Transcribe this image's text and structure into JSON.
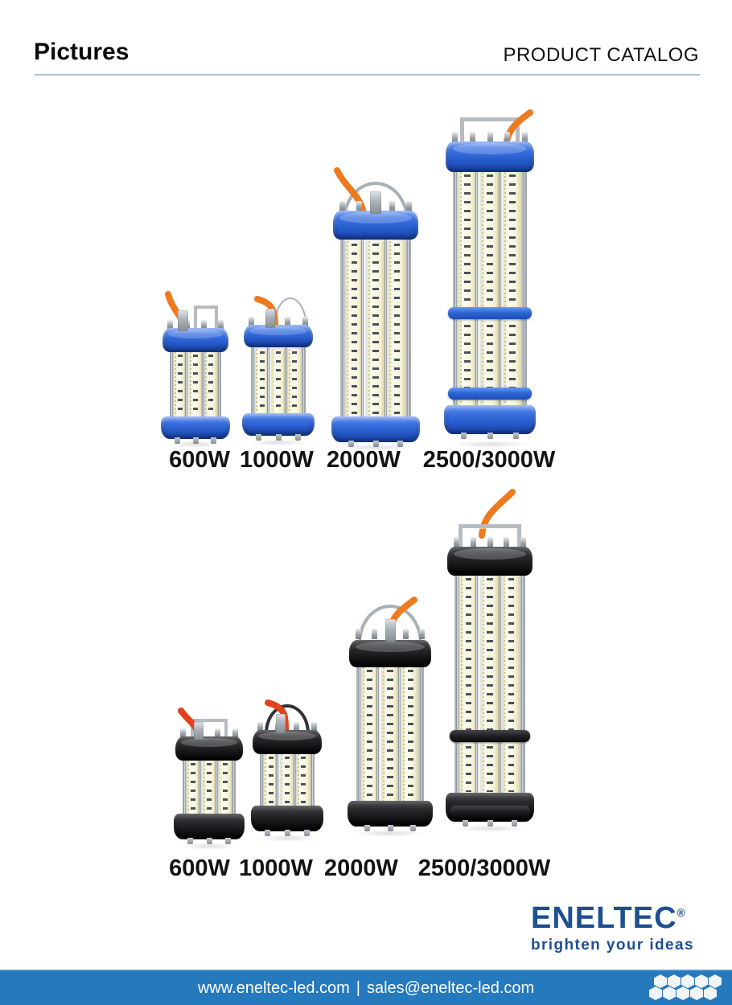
{
  "page": {
    "title": "Pictures",
    "header_right": "PRODUCT CATALOG"
  },
  "product_rows": [
    {
      "variant": "blue-cap",
      "products": [
        {
          "label": "600W"
        },
        {
          "label": "1000W"
        },
        {
          "label": "2000W"
        },
        {
          "label": "2500/3000W"
        }
      ]
    },
    {
      "variant": "black-cap",
      "products": [
        {
          "label": "600W"
        },
        {
          "label": "1000W"
        },
        {
          "label": "2000W"
        },
        {
          "label": "2500/3000W"
        }
      ]
    }
  ],
  "logo": {
    "name": "ENELTEC",
    "registered_mark": "®",
    "tagline": "brighten your ideas"
  },
  "footer": {
    "website": "www.eneltec-led.com",
    "separator": "|",
    "email": "sales@eneltec-led.com"
  },
  "colors": {
    "footer_bar": "#2579bd",
    "logo_blue": "#1d4f92",
    "cap_blue": "#2f63d4",
    "cap_black": "#17171a",
    "cable_orange": "#ee7a1f",
    "cable_red": "#e2401e",
    "header_rule": "#a5c6da"
  }
}
